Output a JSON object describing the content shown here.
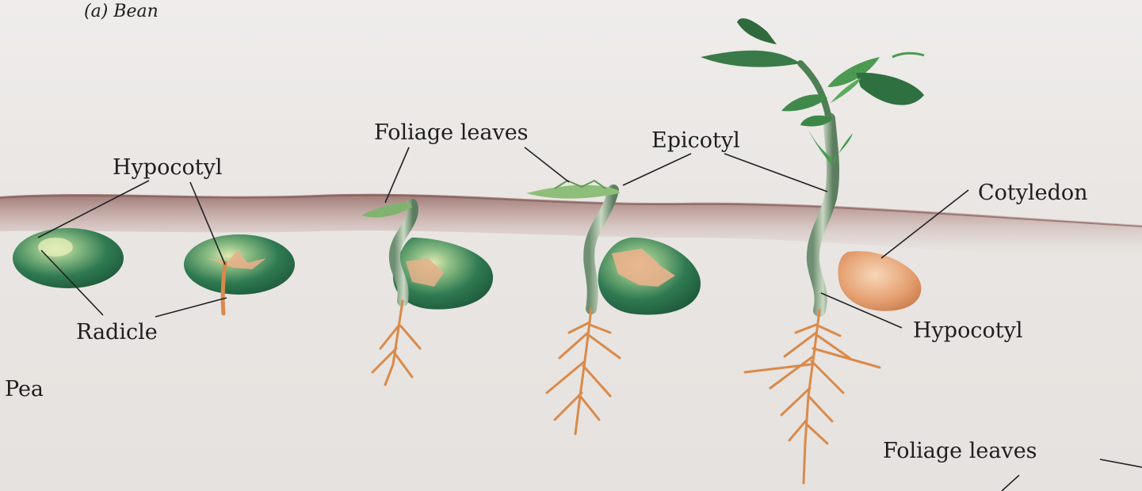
{
  "figure": {
    "panel_label": "(a) Bean",
    "labels": {
      "foliage_leaves_top": "Foliage leaves",
      "epicotyl": "Epicotyl",
      "hypocotyl_left": "Hypocotyl",
      "cotyledon": "Cotyledon",
      "radicle": "Radicle",
      "hypocotyl_right": "Hypocotyl",
      "pea": "Pea",
      "foliage_leaves_bottom": "Foliage leaves"
    }
  },
  "colors": {
    "seed_green": "#2f7a52",
    "seed_highlight": "#d8e6a8",
    "root_orange": "#d98a4a",
    "soil_brown": "#9a6a66",
    "leaf_green": "#3f8f4a",
    "cotyledon_peach": "#e6a173",
    "leader_line": "#222222"
  }
}
